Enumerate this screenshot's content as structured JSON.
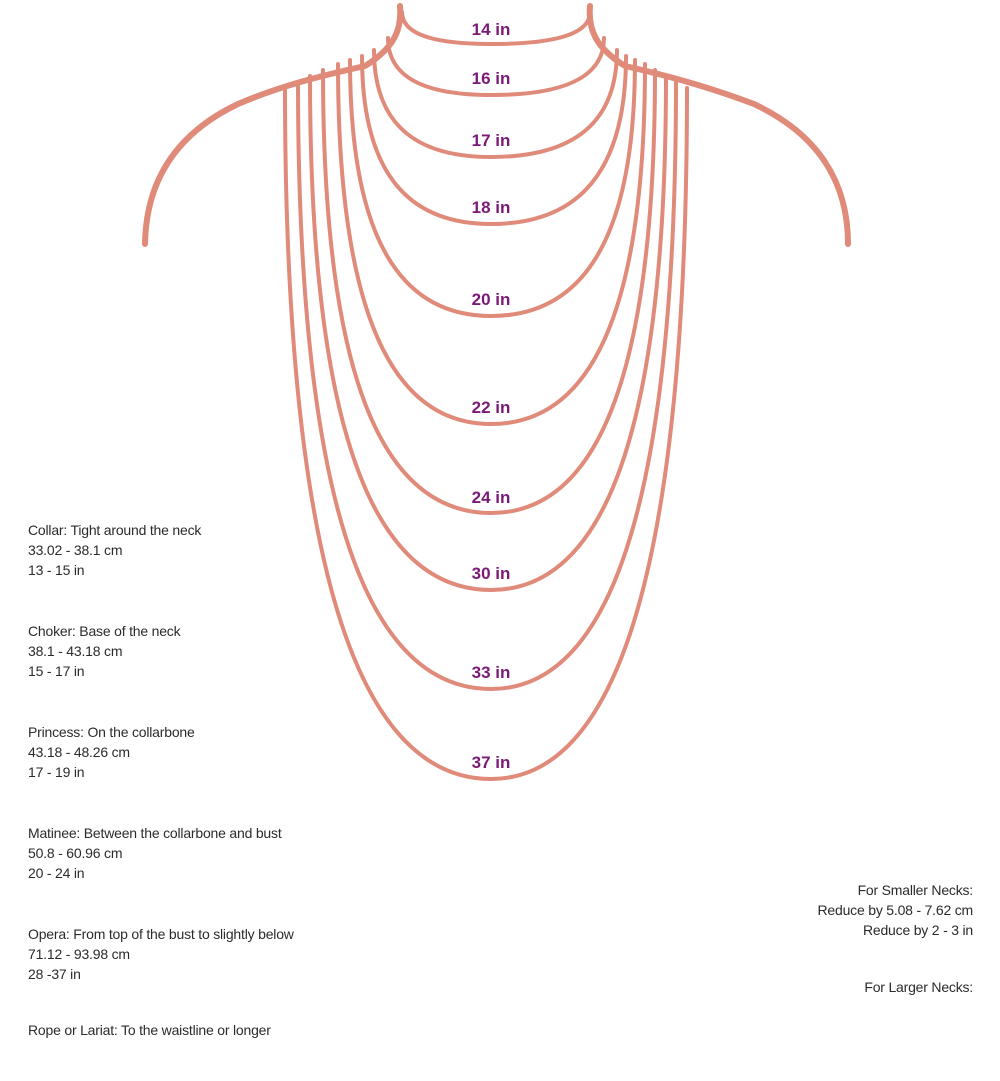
{
  "colors": {
    "necklace": "#e08a7a",
    "label": "#7a1a78",
    "text": "#2b2b2b"
  },
  "chain_labels": [
    "14 in",
    "16 in",
    "17 in",
    "18 in",
    "20 in",
    "22 in",
    "24 in",
    "30 in",
    "33 in",
    "37 in"
  ],
  "styles": [
    {
      "title": "Collar: Tight around the neck",
      "cm": "33.02 - 38.1 cm",
      "in": "13 - 15 in"
    },
    {
      "title": "Choker: Base of the neck",
      "cm": "38.1 - 43.18 cm",
      "in": "15 - 17 in"
    },
    {
      "title": "Princess: On the collarbone",
      "cm": "43.18 - 48.26 cm",
      "in": "17 - 19 in"
    },
    {
      "title": "Matinee: Between the collarbone and bust",
      "cm": "50.8 - 60.96 cm",
      "in": "20 - 24 in"
    },
    {
      "title": "Opera: From top of the bust to slightly below",
      "cm": "71.12 - 93.98 cm",
      "in": "28 -37 in"
    },
    {
      "title": "Rope or Lariat: To the waistline or longer",
      "cm": "",
      "in": ""
    }
  ],
  "neck_tips": [
    {
      "title": "For Smaller Necks:",
      "line1": "Reduce by 5.08 - 7.62 cm",
      "line2": "Reduce by 2 - 3 in"
    },
    {
      "title": "For Larger Necks:",
      "line1": "",
      "line2": ""
    }
  ]
}
